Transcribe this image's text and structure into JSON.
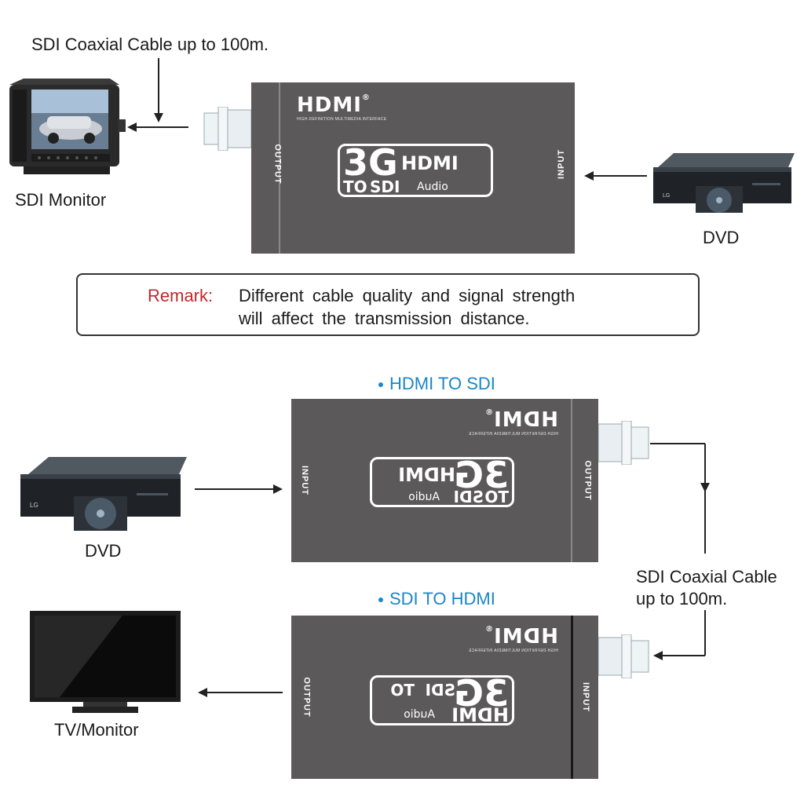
{
  "top": {
    "cable_label": "SDI Coaxial Cable up to 100m.",
    "monitor_label": "SDI Monitor",
    "dvd_label": "DVD",
    "output_label": "OUTPUT",
    "input_label": "INPUT"
  },
  "device": {
    "hdmi_logo": "HDMI",
    "hdmi_registered": "®",
    "hdmi_subtitle": "HIGH-DEFINITION MULTIMEDIA INTERFACE",
    "brand_3g": "3G",
    "brand_hdmi": "HDMI",
    "brand_to": "TO",
    "brand_sdi": "SDI",
    "brand_audio": "Audio"
  },
  "remark": {
    "label": "Remark:",
    "line1": "Different cable quality and signal strength",
    "line2": "will affect the transmission distance."
  },
  "hdmi_to_sdi": {
    "title": "HDMI TO SDI",
    "dvd_label": "DVD",
    "input_label": "INPUT",
    "output_label": "OUTPUT"
  },
  "cable_mid": {
    "line1": "SDI Coaxial Cable",
    "line2": "up to 100m."
  },
  "sdi_to_hdmi": {
    "title": "SDI TO HDMI",
    "tv_label": "TV/Monitor",
    "output_label": "OUTPUT",
    "input_label": "INPUT"
  },
  "colors": {
    "device_body": "#5b5959",
    "remark_label": "#c4262e",
    "section_title": "#1b86c8"
  },
  "icons": [
    "sdi-monitor-icon",
    "dvd-player-icon",
    "tv-monitor-icon",
    "bnc-connector-icon",
    "arrow-icon"
  ]
}
